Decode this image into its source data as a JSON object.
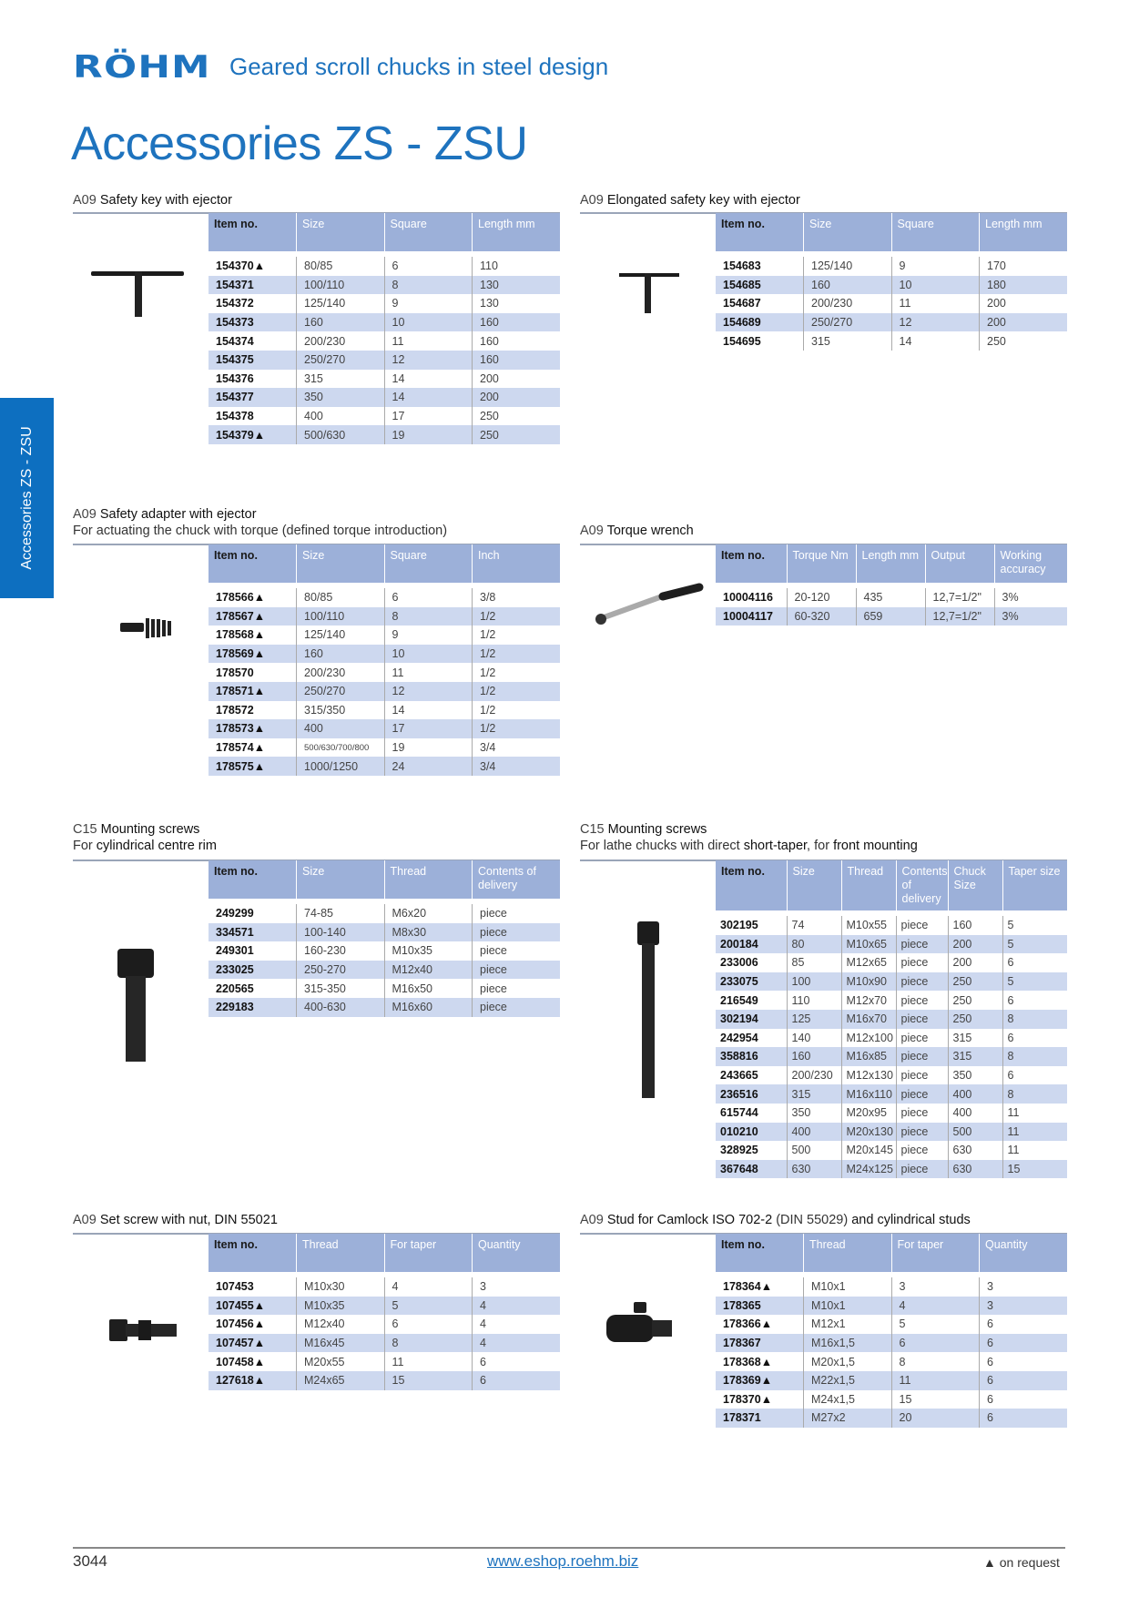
{
  "header": {
    "logo": "RÖHM",
    "subtitle": "Geared scroll chucks in steel design",
    "title": "Accessories ZS - ZSU"
  },
  "side_tab": "Accessories ZS - ZSU",
  "sections": {
    "s1": {
      "code": "A09",
      "name": "Safety key with ejector",
      "headers": [
        "Item no.",
        "Size",
        "Square",
        "Length mm"
      ],
      "rows": [
        [
          "154370▲",
          "80/85",
          "6",
          "110"
        ],
        [
          "154371",
          "100/110",
          "8",
          "130"
        ],
        [
          "154372",
          "125/140",
          "9",
          "130"
        ],
        [
          "154373",
          "160",
          "10",
          "160"
        ],
        [
          "154374",
          "200/230",
          "11",
          "160"
        ],
        [
          "154375",
          "250/270",
          "12",
          "160"
        ],
        [
          "154376",
          "315",
          "14",
          "200"
        ],
        [
          "154377",
          "350",
          "14",
          "200"
        ],
        [
          "154378",
          "400",
          "17",
          "250"
        ],
        [
          "154379▲",
          "500/630",
          "19",
          "250"
        ]
      ]
    },
    "s2": {
      "code": "A09",
      "name": "Elongated safety key with ejector",
      "headers": [
        "Item no.",
        "Size",
        "Square",
        "Length mm"
      ],
      "rows": [
        [
          "154683",
          "125/140",
          "9",
          "170"
        ],
        [
          "154685",
          "160",
          "10",
          "180"
        ],
        [
          "154687",
          "200/230",
          "11",
          "200"
        ],
        [
          "154689",
          "250/270",
          "12",
          "200"
        ],
        [
          "154695",
          "315",
          "14",
          "250"
        ]
      ]
    },
    "s3": {
      "code": "A09",
      "name": "Safety adapter with ejector",
      "sub": "For actuating the chuck with torque (defined torque introduction)",
      "headers": [
        "Item no.",
        "Size",
        "Square",
        "Inch"
      ],
      "rows": [
        [
          "178566▲",
          "80/85",
          "6",
          "3/8"
        ],
        [
          "178567▲",
          "100/110",
          "8",
          "1/2"
        ],
        [
          "178568▲",
          "125/140",
          "9",
          "1/2"
        ],
        [
          "178569▲",
          "160",
          "10",
          "1/2"
        ],
        [
          "178570",
          "200/230",
          "11",
          "1/2"
        ],
        [
          "178571▲",
          "250/270",
          "12",
          "1/2"
        ],
        [
          "178572",
          "315/350",
          "14",
          "1/2"
        ],
        [
          "178573▲",
          "400",
          "17",
          "1/2"
        ],
        [
          "178574▲",
          "500/630/700/800",
          "19",
          "3/4"
        ],
        [
          "178575▲",
          "1000/1250",
          "24",
          "3/4"
        ]
      ]
    },
    "s4": {
      "code": "A09",
      "name": "Torque wrench",
      "headers": [
        "Item no.",
        "Torque Nm",
        "Length mm",
        "Output",
        "Working accuracy"
      ],
      "rows": [
        [
          "10004116",
          "20-120",
          "435",
          "12,7=1/2\"",
          "3%"
        ],
        [
          "10004117",
          "60-320",
          "659",
          "12,7=1/2\"",
          "3%"
        ]
      ]
    },
    "s5": {
      "code": "C15",
      "name": "Mounting screws",
      "sub_pre": "For ",
      "sub_bold": "cylindrical centre rim",
      "headers": [
        "Item no.",
        "Size",
        "Thread",
        "Contents of delivery"
      ],
      "rows": [
        [
          "249299",
          "74-85",
          "M6x20",
          "piece"
        ],
        [
          "334571",
          "100-140",
          "M8x30",
          "piece"
        ],
        [
          "249301",
          "160-230",
          "M10x35",
          "piece"
        ],
        [
          "233025",
          "250-270",
          "M12x40",
          "piece"
        ],
        [
          "220565",
          "315-350",
          "M16x50",
          "piece"
        ],
        [
          "229183",
          "400-630",
          "M16x60",
          "piece"
        ]
      ]
    },
    "s6": {
      "code": "C15",
      "name": "Mounting screws",
      "sub_pre": "For lathe chucks with direct ",
      "sub_bold": "short-taper",
      "sub_mid": ", for ",
      "sub_bold2": "front mounting",
      "headers": [
        "Item no.",
        "Size",
        "Thread",
        "Contents of delivery",
        "Chuck Size",
        "Taper size"
      ],
      "rows": [
        [
          "302195",
          "74",
          "M10x55",
          "piece",
          "160",
          "5"
        ],
        [
          "200184",
          "80",
          "M10x65",
          "piece",
          "200",
          "5"
        ],
        [
          "233006",
          "85",
          "M12x65",
          "piece",
          "200",
          "6"
        ],
        [
          "233075",
          "100",
          "M10x90",
          "piece",
          "250",
          "5"
        ],
        [
          "216549",
          "110",
          "M12x70",
          "piece",
          "250",
          "6"
        ],
        [
          "302194",
          "125",
          "M16x70",
          "piece",
          "250",
          "8"
        ],
        [
          "242954",
          "140",
          "M12x100",
          "piece",
          "315",
          "6"
        ],
        [
          "358816",
          "160",
          "M16x85",
          "piece",
          "315",
          "8"
        ],
        [
          "243665",
          "200/230",
          "M12x130",
          "piece",
          "350",
          "6"
        ],
        [
          "236516",
          "315",
          "M16x110",
          "piece",
          "400",
          "8"
        ],
        [
          "615744",
          "350",
          "M20x95",
          "piece",
          "400",
          "11"
        ],
        [
          "010210",
          "400",
          "M20x130",
          "piece",
          "500",
          "11"
        ],
        [
          "328925",
          "500",
          "M20x145",
          "piece",
          "630",
          "11"
        ],
        [
          "367648",
          "630",
          "M24x125",
          "piece",
          "630",
          "15"
        ]
      ]
    },
    "s7": {
      "code": "A09",
      "name": "Set screw with nut, DIN 55021",
      "headers": [
        "Item no.",
        "Thread",
        "For taper",
        "Quantity"
      ],
      "rows": [
        [
          "107453",
          "M10x30",
          "4",
          "3"
        ],
        [
          "107455▲",
          "M10x35",
          "5",
          "4"
        ],
        [
          "107456▲",
          "M12x40",
          "6",
          "4"
        ],
        [
          "107457▲",
          "M16x45",
          "8",
          "4"
        ],
        [
          "107458▲",
          "M20x55",
          "11",
          "6"
        ],
        [
          "127618▲",
          "M24x65",
          "15",
          "6"
        ]
      ]
    },
    "s8": {
      "code": "A09",
      "name": "Stud for Camlock ISO 702-2",
      "mid": " (DIN 55029) ",
      "name2": "and cylindrical studs",
      "headers": [
        "Item no.",
        "Thread",
        "For taper",
        "Quantity"
      ],
      "rows": [
        [
          "178364▲",
          "M10x1",
          "3",
          "3"
        ],
        [
          "178365",
          "M10x1",
          "4",
          "3"
        ],
        [
          "178366▲",
          "M12x1",
          "5",
          "6"
        ],
        [
          "178367",
          "M16x1,5",
          "6",
          "6"
        ],
        [
          "178368▲",
          "M20x1,5",
          "8",
          "6"
        ],
        [
          "178369▲",
          "M22x1,5",
          "11",
          "6"
        ],
        [
          "178370▲",
          "M24x1,5",
          "15",
          "6"
        ],
        [
          "178371",
          "M27x2",
          "20",
          "6"
        ]
      ]
    }
  },
  "footer": {
    "page": "3044",
    "url": "www.eshop.roehm.biz",
    "legend": "▲  on request"
  },
  "colors": {
    "brand": "#1e73be",
    "header_row": "#9cb0d9",
    "alt_row": "#cdd8ef"
  }
}
